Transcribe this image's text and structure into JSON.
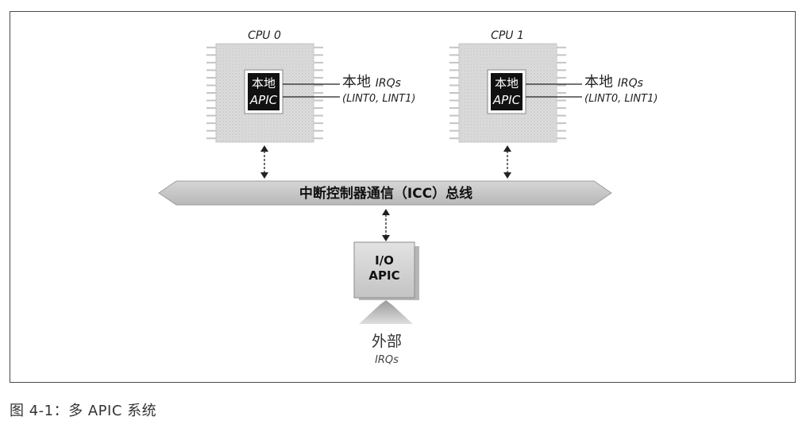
{
  "diagram": {
    "cpus": [
      {
        "label": "CPU 0",
        "apic_line1": "本地",
        "apic_line2": "APIC",
        "irq_label_cn": "本地",
        "irq_label_en": "IRQs",
        "irq_lines": "(LINT0, LINT1)"
      },
      {
        "label": "CPU 1",
        "apic_line1": "本地",
        "apic_line2": "APIC",
        "irq_label_cn": "本地",
        "irq_label_en": "IRQs",
        "irq_lines": "(LINT0, LINT1)"
      }
    ],
    "bus_label": "中断控制器通信（ICC）总线",
    "io_apic": {
      "line1": "I/O",
      "line2": "APIC"
    },
    "external": {
      "label_cn": "外部",
      "label_en": "IRQs"
    }
  },
  "caption": "图 4-1：多 APIC 系统"
}
